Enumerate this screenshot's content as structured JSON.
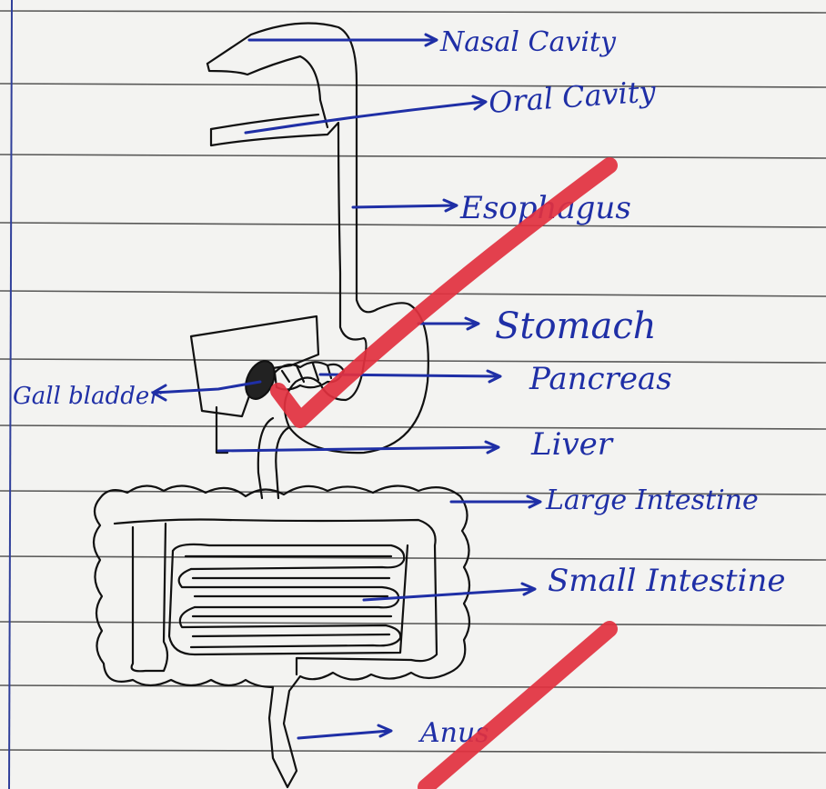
{
  "diagram": {
    "labels": {
      "nasal_cavity": "Nasal Cavity",
      "oral_cavity": "Oral Cavity",
      "esophagus": "Esophagus",
      "stomach": "Stomach",
      "pancreas": "Pancreas",
      "gall_bladder": "Gall bladder",
      "liver": "Liver",
      "large_intestine": "Large Intestine",
      "small_intestine": "Small Intestine",
      "anus": "Anus"
    },
    "colors": {
      "paper": "#f3f3f1",
      "rule_line": "#3d3d3d",
      "margin_line": "#2f3f9a",
      "ink_label": "#1f2fa6",
      "ink_drawing": "#111111",
      "teacher_check": "#e2313f"
    }
  }
}
